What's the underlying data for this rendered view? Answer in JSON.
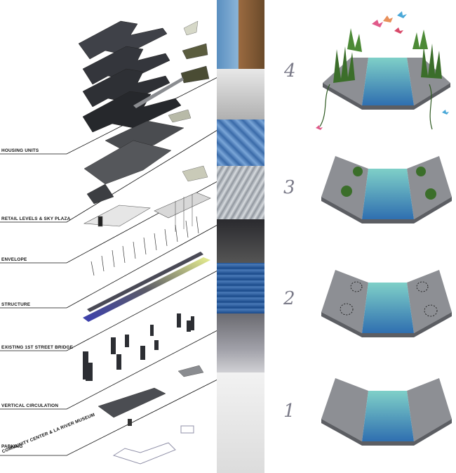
{
  "layer_labels": {
    "housing": "HOUSING UNITS",
    "retail": "RETAIL LEVELS  & SKY PLAZA",
    "envelope": "ENVELOPE",
    "structure": "STRUCTURE",
    "bridge": "EXISTING 1ST STREET BRIDGE",
    "circulation": "VERTICAL CIRCULATION",
    "parking": "PARKING",
    "community": "COMMUNITY CENTER & LA RIVER MUSEUM"
  },
  "steps": [
    "4",
    "3",
    "2",
    "1"
  ],
  "colors": {
    "concrete": "#8d8f94",
    "water": "#3f8fb8",
    "water_light": "#7fd0c8",
    "greenery": "#3b6e2a",
    "glass": "#5a8fc0",
    "line": "#111111"
  }
}
